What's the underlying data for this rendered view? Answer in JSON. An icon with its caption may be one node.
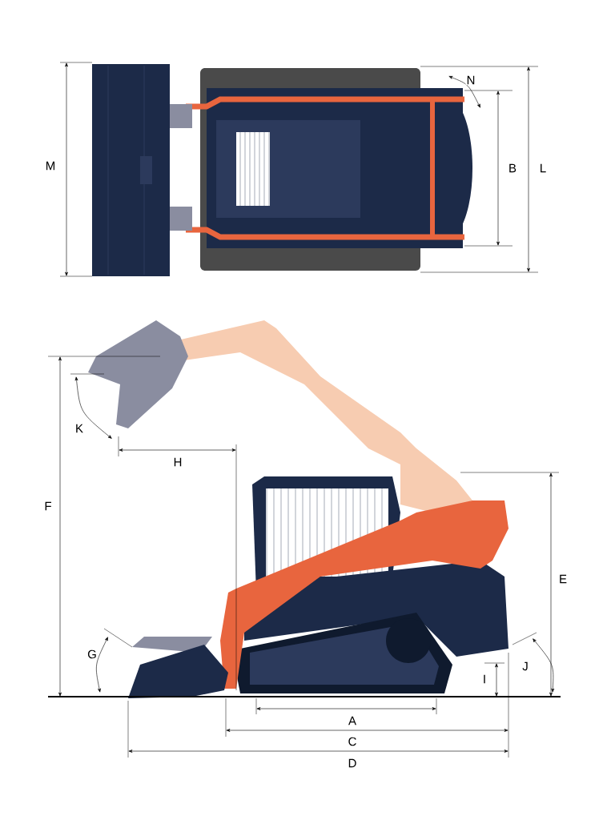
{
  "diagram": {
    "labels": [
      "M",
      "N",
      "B",
      "L",
      "K",
      "H",
      "F",
      "E",
      "G",
      "J",
      "I",
      "A",
      "C",
      "D"
    ]
  }
}
